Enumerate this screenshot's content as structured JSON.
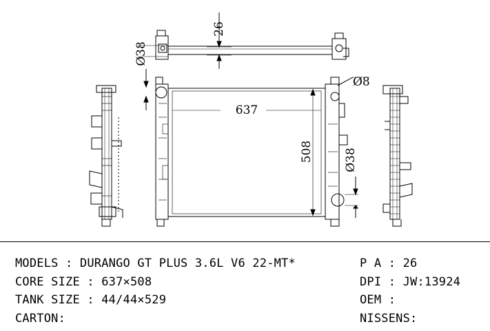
{
  "dimensions": {
    "top_height": "26",
    "top_pipe_dia": "Ø38",
    "fitting_dia": "Ø8",
    "core_height": "508",
    "core_width": "637",
    "side_pipe_dia": "Ø38"
  },
  "specs_left": {
    "models": "MODELS : DURANGO GT PLUS 3.6L V6 22-MT*",
    "core_size": "CORE SIZE : 637×508",
    "tank_size": "TANK SIZE : 44/44×529",
    "carton": "CARTON:"
  },
  "specs_right": {
    "pa": "P A : 26",
    "dpi": "DPI : JW:13924",
    "oem": "OEM :",
    "nissens": "NISSENS:"
  }
}
